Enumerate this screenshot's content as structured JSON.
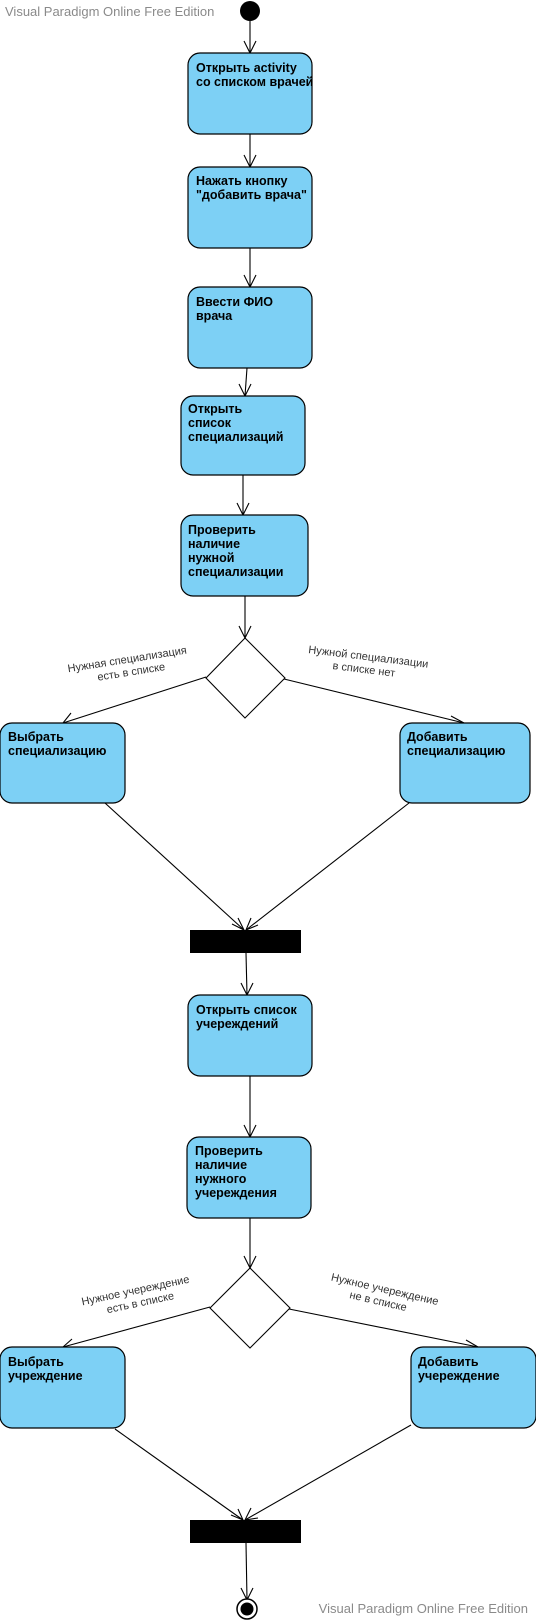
{
  "watermark": "Visual Paradigm Online Free Edition",
  "actions": {
    "open_activity": [
      "Открыть activity",
      "со списком врачей"
    ],
    "press_button": [
      "Нажать кнопку",
      "\"добавить врача\""
    ],
    "enter_name": [
      "Ввести ФИО",
      "врача"
    ],
    "open_spec_list": [
      "Открыть",
      "список",
      "специализаций"
    ],
    "check_spec": [
      "Проверить",
      "наличие",
      "нужной",
      "специализации"
    ],
    "choose_spec": [
      "Выбрать",
      "специализацию"
    ],
    "add_spec": [
      "Добавить",
      "специализацию"
    ],
    "open_inst_list": [
      "Открыть список",
      "учереждений"
    ],
    "check_inst": [
      "Проверить",
      "наличие",
      "нужного",
      "учереждения"
    ],
    "choose_inst": [
      "Выбрать",
      "учреждение"
    ],
    "add_inst": [
      "Добавить",
      "учереждение"
    ]
  },
  "guards": {
    "spec_yes": [
      "Нужная специализация",
      "есть в списке"
    ],
    "spec_no": [
      "Нужной специализации",
      "в списке нет"
    ],
    "inst_yes": [
      "Нужное учереждение",
      "есть в списке"
    ],
    "inst_no": [
      "Нужное учереждение",
      "не в списке"
    ]
  }
}
